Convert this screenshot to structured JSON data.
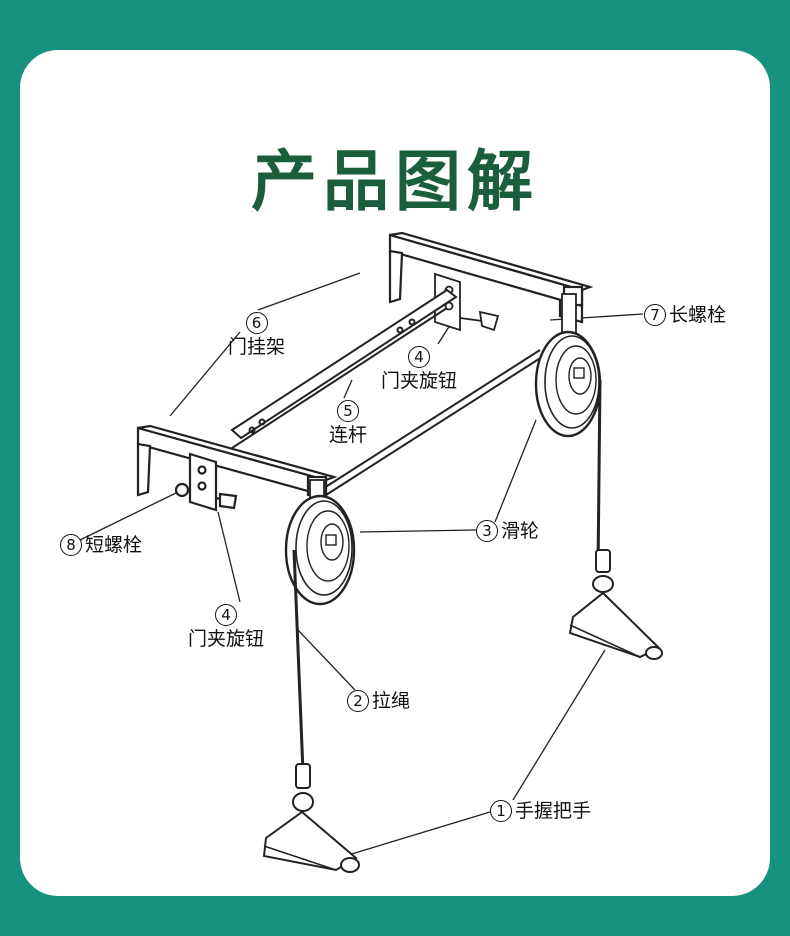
{
  "title": "产品图解",
  "colors": {
    "frame": "#17927f",
    "card": "#ffffff",
    "title": "#1b5e3c",
    "line": "#222222"
  },
  "callouts": [
    {
      "num": "1",
      "label": "手握把手"
    },
    {
      "num": "2",
      "label": "拉绳"
    },
    {
      "num": "3",
      "label": "滑轮"
    },
    {
      "num": "4",
      "label": "门夹旋钮"
    },
    {
      "num": "4",
      "label": "门夹旋钮"
    },
    {
      "num": "5",
      "label": "连杆"
    },
    {
      "num": "6",
      "label": "门挂架"
    },
    {
      "num": "7",
      "label": "长螺栓"
    },
    {
      "num": "8",
      "label": "短螺栓"
    }
  ]
}
